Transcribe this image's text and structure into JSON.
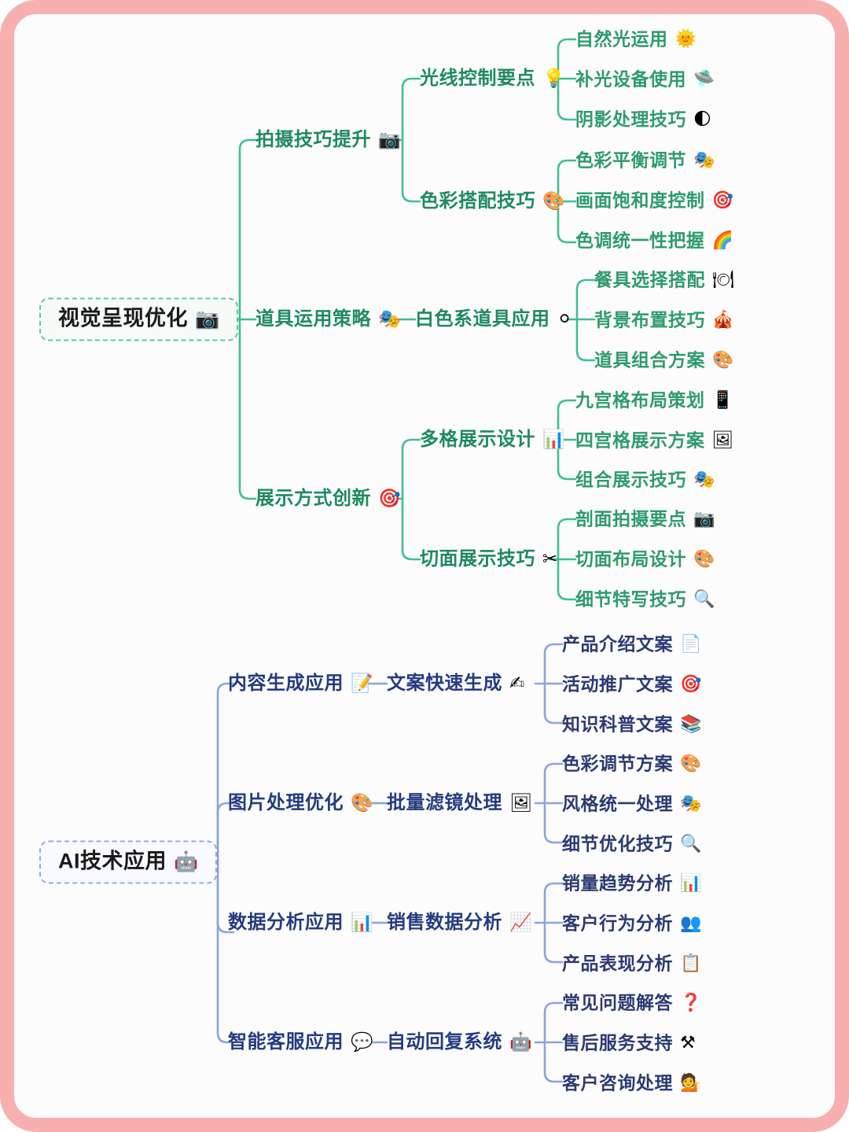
{
  "theme": {
    "frame_color": "#F8AFAF",
    "background": "#FCFCFC",
    "green_accent": "#3FBF8F",
    "green_text": "#1F8A5F",
    "green_leaf_text": "#2E9B6B",
    "blue_accent": "#8AA4E0",
    "blue_text": "#253B80",
    "blue_leaf_text": "#2B3A72",
    "root_text": "#1A1A1A"
  },
  "roots": [
    {
      "id": "visual",
      "label": "视觉呈现优化",
      "emoji": "📷",
      "emoji_name": "camera-icon"
    },
    {
      "id": "ai",
      "label": "AI技术应用",
      "emoji": "🤖",
      "emoji_name": "robot-icon"
    }
  ],
  "branches": {
    "visual": [
      {
        "label": "拍摄技巧提升",
        "emoji": "📷",
        "emoji_name": "camera-icon",
        "children": [
          {
            "label": "光线控制要点",
            "emoji": "💡",
            "emoji_name": "light-bulb-icon",
            "leaves": [
              {
                "label": "自然光运用",
                "emoji": "🌞",
                "emoji_name": "sun-with-face-icon"
              },
              {
                "label": "补光设备使用",
                "emoji": "🛸",
                "emoji_name": "flying-saucer-icon"
              },
              {
                "label": "阴影处理技巧",
                "emoji": "🌓",
                "emoji_name": "first-quarter-moon-icon"
              }
            ]
          },
          {
            "label": "色彩搭配技巧",
            "emoji": "🎨",
            "emoji_name": "artist-palette-icon",
            "leaves": [
              {
                "label": "色彩平衡调节",
                "emoji": "🎭",
                "emoji_name": "performing-arts-icon"
              },
              {
                "label": "画面饱和度控制",
                "emoji": "🎯",
                "emoji_name": "bullseye-icon"
              },
              {
                "label": "色调统一性把握",
                "emoji": "🌈",
                "emoji_name": "rainbow-icon"
              }
            ]
          }
        ]
      },
      {
        "label": "道具运用策略",
        "emoji": "🎭",
        "emoji_name": "performing-arts-icon",
        "children": [
          {
            "label": "白色系道具应用",
            "emoji": "⚪",
            "emoji_name": "white-circle-icon",
            "leaves": [
              {
                "label": "餐具选择搭配",
                "emoji": "🍽",
                "emoji_name": "fork-and-knife-icon"
              },
              {
                "label": "背景布置技巧",
                "emoji": "🎪",
                "emoji_name": "circus-tent-icon"
              },
              {
                "label": "道具组合方案",
                "emoji": "🎨",
                "emoji_name": "artist-palette-icon"
              }
            ]
          }
        ]
      },
      {
        "label": "展示方式创新",
        "emoji": "🎯",
        "emoji_name": "bullseye-icon",
        "children": [
          {
            "label": "多格展示设计",
            "emoji": "📊",
            "emoji_name": "bar-chart-icon",
            "leaves": [
              {
                "label": "九宫格布局策划",
                "emoji": "📱",
                "emoji_name": "mobile-phone-icon"
              },
              {
                "label": "四宫格展示方案",
                "emoji": "🖼",
                "emoji_name": "framed-picture-icon"
              },
              {
                "label": "组合展示技巧",
                "emoji": "🎭",
                "emoji_name": "performing-arts-icon"
              }
            ]
          },
          {
            "label": "切面展示技巧",
            "emoji": "✂",
            "emoji_name": "scissors-icon",
            "leaves": [
              {
                "label": "剖面拍摄要点",
                "emoji": "📷",
                "emoji_name": "camera-icon"
              },
              {
                "label": "切面布局设计",
                "emoji": "🎨",
                "emoji_name": "artist-palette-icon"
              },
              {
                "label": "细节特写技巧",
                "emoji": "🔍",
                "emoji_name": "magnifying-glass-icon"
              }
            ]
          }
        ]
      }
    ],
    "ai": [
      {
        "label": "内容生成应用",
        "emoji": "📝",
        "emoji_name": "memo-icon",
        "children": [
          {
            "label": "文案快速生成",
            "emoji": "✍",
            "emoji_name": "writing-hand-icon",
            "leaves": [
              {
                "label": "产品介绍文案",
                "emoji": "📄",
                "emoji_name": "page-icon"
              },
              {
                "label": "活动推广文案",
                "emoji": "🎯",
                "emoji_name": "bullseye-icon"
              },
              {
                "label": "知识科普文案",
                "emoji": "📚",
                "emoji_name": "books-icon"
              }
            ]
          }
        ]
      },
      {
        "label": "图片处理优化",
        "emoji": "🎨",
        "emoji_name": "artist-palette-icon",
        "children": [
          {
            "label": "批量滤镜处理",
            "emoji": "🖼",
            "emoji_name": "framed-picture-icon",
            "leaves": [
              {
                "label": "色彩调节方案",
                "emoji": "🎨",
                "emoji_name": "artist-palette-icon"
              },
              {
                "label": "风格统一处理",
                "emoji": "🎭",
                "emoji_name": "performing-arts-icon"
              },
              {
                "label": "细节优化技巧",
                "emoji": "🔍",
                "emoji_name": "magnifying-glass-icon"
              }
            ]
          }
        ]
      },
      {
        "label": "数据分析应用",
        "emoji": "📊",
        "emoji_name": "bar-chart-icon",
        "children": [
          {
            "label": "销售数据分析",
            "emoji": "📈",
            "emoji_name": "chart-increasing-icon",
            "leaves": [
              {
                "label": "销量趋势分析",
                "emoji": "📊",
                "emoji_name": "bar-chart-icon"
              },
              {
                "label": "客户行为分析",
                "emoji": "👥",
                "emoji_name": "busts-in-silhouette-icon"
              },
              {
                "label": "产品表现分析",
                "emoji": "📋",
                "emoji_name": "clipboard-icon"
              }
            ]
          }
        ]
      },
      {
        "label": "智能客服应用",
        "emoji": "💬",
        "emoji_name": "speech-balloon-icon",
        "children": [
          {
            "label": "自动回复系统",
            "emoji": "🤖",
            "emoji_name": "robot-icon",
            "leaves": [
              {
                "label": "常见问题解答",
                "emoji": "❓",
                "emoji_name": "question-mark-icon"
              },
              {
                "label": "售后服务支持",
                "emoji": "⚒",
                "emoji_name": "hammer-and-pick-icon"
              },
              {
                "label": "客户咨询处理",
                "emoji": "💁",
                "emoji_name": "information-desk-person-icon"
              }
            ]
          }
        ]
      }
    ]
  }
}
